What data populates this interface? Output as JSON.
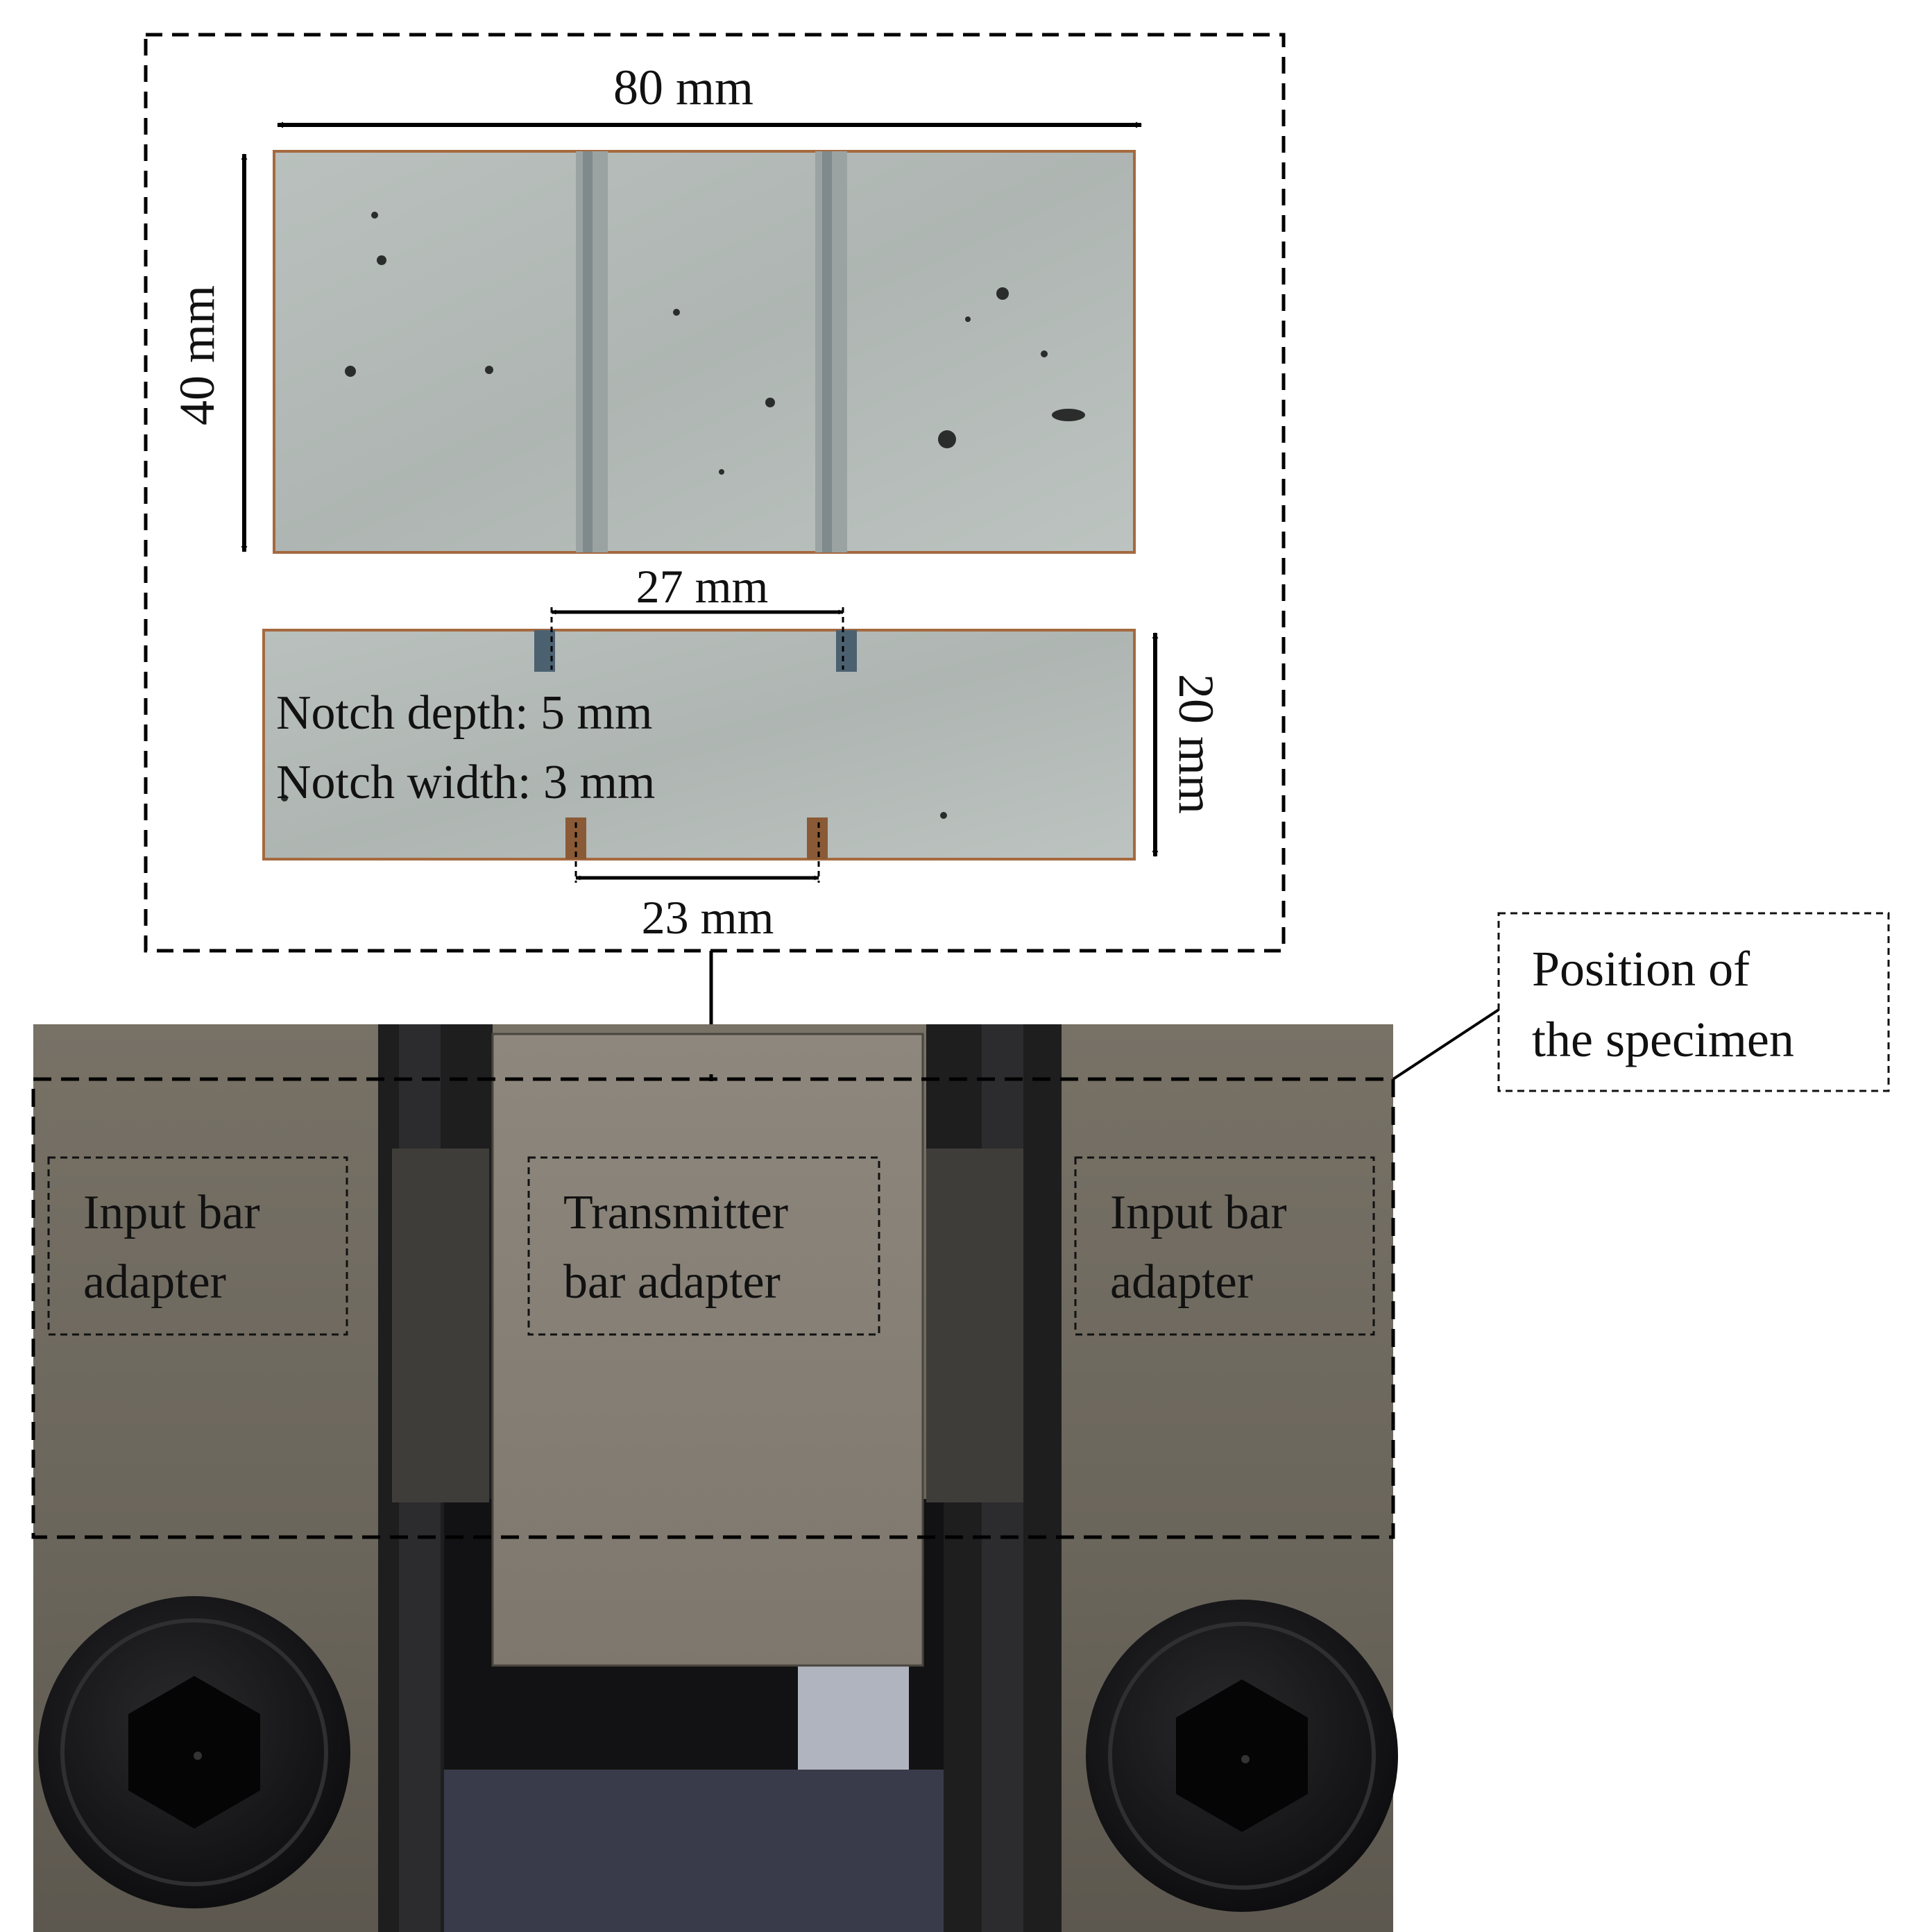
{
  "specimen_panel": {
    "dimensions": {
      "length": "80 mm",
      "height": "40 mm",
      "thickness": "20 mm",
      "top_notch_spacing": "27 mm",
      "bottom_notch_spacing": "23 mm"
    },
    "notch_depth": "Notch depth: 5 mm",
    "notch_width": "Notch width: 3 mm"
  },
  "callouts": {
    "position": [
      "Position of",
      "the specimen"
    ],
    "left_adapter": [
      "Input bar",
      "adapter"
    ],
    "center_adapter": [
      "Transmitter",
      "bar adapter"
    ],
    "right_adapter": [
      "Input bar",
      "adapter"
    ]
  },
  "colors": {
    "concrete": "#b5bcb9",
    "steel": "#6f6a60",
    "slot": "#1e1e1f",
    "adapter_block": "#8a847a",
    "bolt": "#151516"
  }
}
